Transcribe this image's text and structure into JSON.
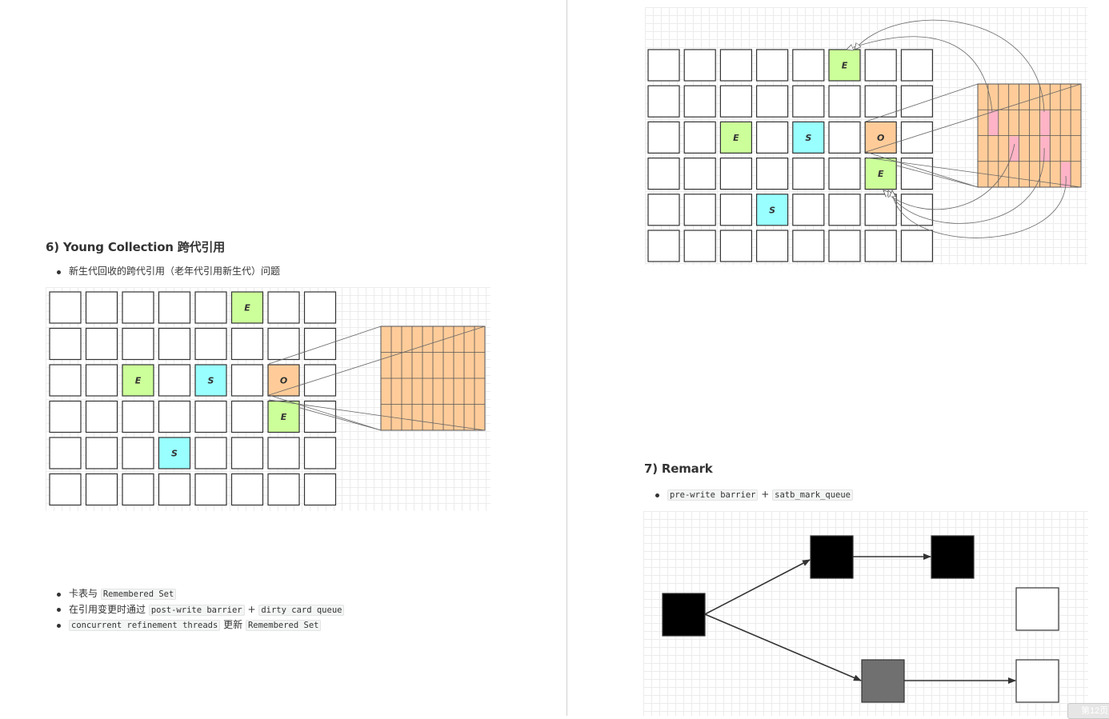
{
  "left": {
    "section_title": "6) Young Collection 跨代引用",
    "intro_bullet": "新生代回收的跨代引用（老年代引用新生代）问题",
    "diagram": {
      "cells": [
        {
          "label": "E",
          "color": "#ccff99"
        },
        {
          "label": "E",
          "color": "#ccff99"
        },
        {
          "label": "S",
          "color": "#99ffff"
        },
        {
          "label": "O",
          "color": "#ffcc99"
        },
        {
          "label": "E",
          "color": "#ccff99"
        },
        {
          "label": "S",
          "color": "#99ffff"
        }
      ],
      "card_table_color": "#ffcc99"
    },
    "bullets": [
      {
        "text": "卡表与 ",
        "code": "Remembered Set",
        "suffix": ""
      },
      {
        "text": "在引用变更时通过 ",
        "code": "post-write barrier",
        "mid": " + ",
        "code2": "dirty card queue"
      },
      {
        "text": "",
        "code": "concurrent refinement threads",
        "suffix": " 更新 ",
        "code2": "Remembered Set"
      }
    ]
  },
  "right": {
    "diagram": {
      "cells": [
        {
          "label": "E",
          "color": "#ccff99"
        },
        {
          "label": "E",
          "color": "#ccff99"
        },
        {
          "label": "S",
          "color": "#99ffff"
        },
        {
          "label": "O",
          "color": "#ffcc99"
        },
        {
          "label": "E",
          "color": "#ccff99"
        },
        {
          "label": "S",
          "color": "#99ffff"
        }
      ],
      "dirty_card_color": "#ffb3c6"
    },
    "section_title": "7) Remark",
    "remark_bullet": {
      "code": "pre-write barrier",
      "mid": " + ",
      "code2": "satb_mark_queue"
    },
    "remark_diagram": {
      "node_colors": {
        "marked": "#000000",
        "processing": "#707070",
        "unmarked": "#ffffff"
      }
    }
  },
  "page_tag": "第12页"
}
